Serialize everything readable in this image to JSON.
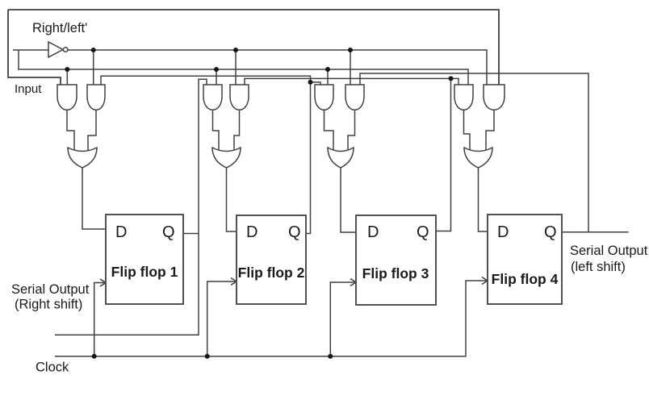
{
  "diagram": {
    "type": "logic-circuit",
    "description_labels": {
      "mode_label": "Right/left'",
      "input_label": "Input",
      "clock_label": "Clock",
      "serial_output_right": {
        "line1": "Serial Output",
        "line2": "(Right shift)"
      },
      "serial_output_left": {
        "line1": "Serial Output",
        "line2": "(left shift)"
      }
    },
    "flip_flops": [
      {
        "name": "Flip flop 1",
        "d": "D",
        "q": "Q"
      },
      {
        "name": "Flip flop 2",
        "d": "D",
        "q": "Q"
      },
      {
        "name": "Flip flop 3",
        "d": "D",
        "q": "Q"
      },
      {
        "name": "Flip flop 4",
        "d": "D",
        "q": "Q"
      }
    ],
    "gates": {
      "not_gates": 1,
      "and_gates": 8,
      "or_gates": 4
    },
    "colors": {
      "wire": "#404040",
      "text": "#1a1a1a",
      "junction_dot": "#161616",
      "background": "#ffffff"
    }
  }
}
